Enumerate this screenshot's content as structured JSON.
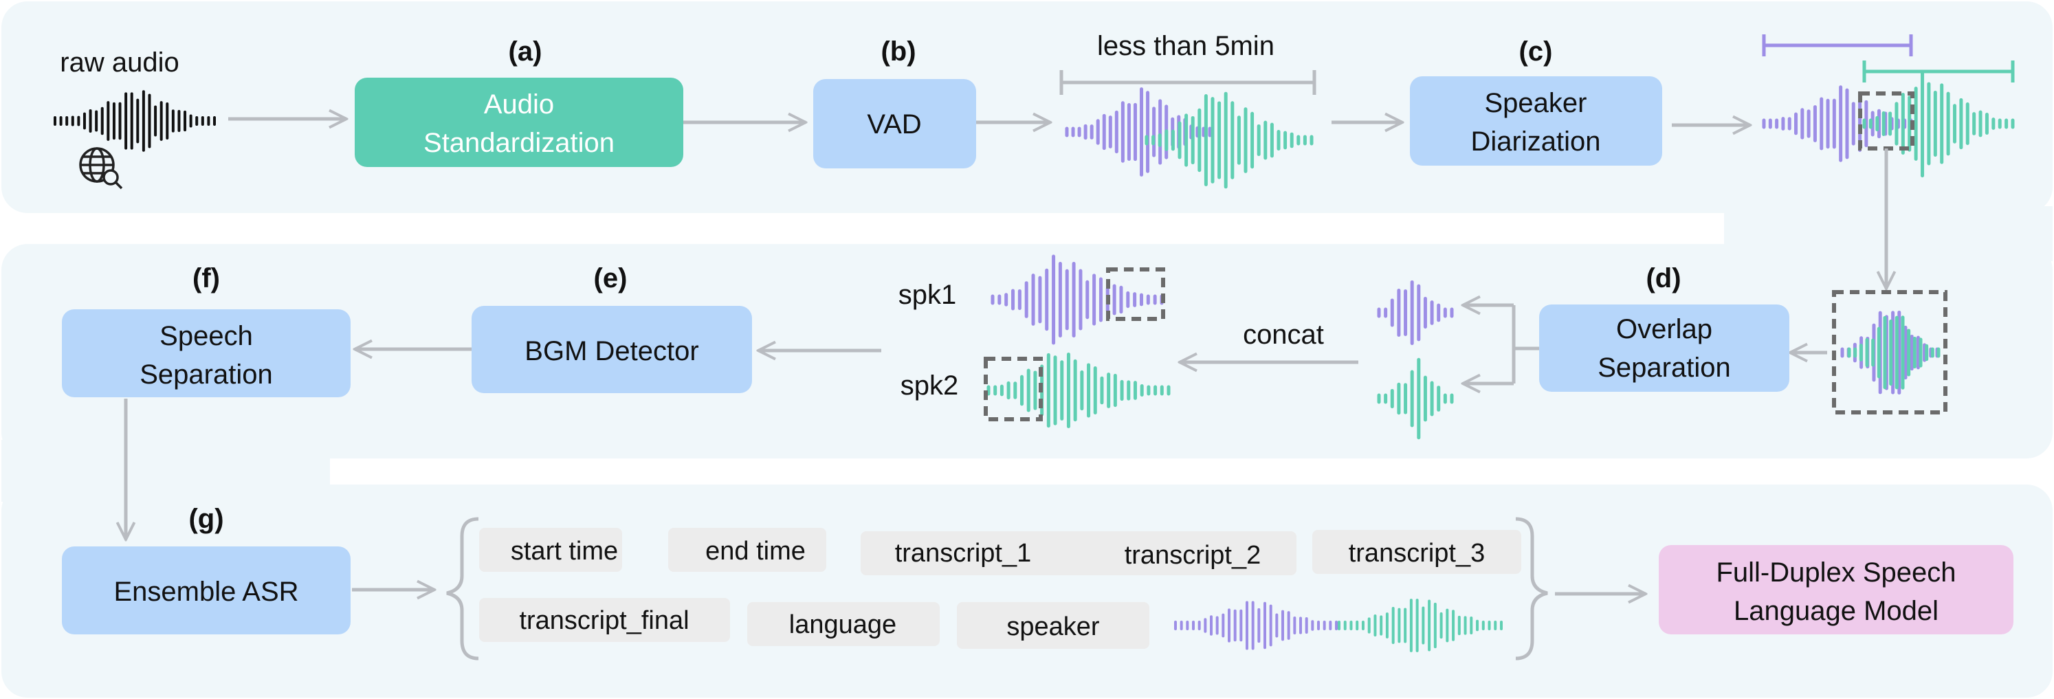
{
  "colors": {
    "panel": "#f0f7fa",
    "green_box": "#5ccdb3",
    "blue_box": "#b6d6fa",
    "pink_box": "#efcbeb",
    "tag_box": "#ececec",
    "purple": "#9d8ee6",
    "teal": "#5fcfb2",
    "arrow": "#b9bcc1",
    "dashed": "#6b6b6b"
  },
  "row1": {
    "raw_audio": "raw audio",
    "globe_icon": "globe-search-icon",
    "a": {
      "tag": "(a)",
      "line1": "Audio",
      "line2": "Standardization"
    },
    "b": {
      "tag": "(b)",
      "label": "VAD"
    },
    "duration": "less than 5min",
    "c": {
      "tag": "(c)",
      "line1": "Speaker",
      "line2": "Diarization"
    }
  },
  "row2": {
    "d": {
      "tag": "(d)",
      "line1": "Overlap",
      "line2": "Separation"
    },
    "concat": "concat",
    "spk1": "spk1",
    "spk2": "spk2",
    "e": {
      "tag": "(e)",
      "label": "BGM Detector"
    },
    "f": {
      "tag": "(f)",
      "line1": "Speech",
      "line2": "Separation"
    }
  },
  "row3": {
    "g": {
      "tag": "(g)",
      "label": "Ensemble ASR"
    },
    "fields": [
      "start time",
      "end time",
      "transcript_1",
      "transcript_2",
      "transcript_3",
      "transcript_final",
      "language",
      "speaker"
    ],
    "output": {
      "line1": "Full-Duplex Speech",
      "line2": "Language Model"
    }
  }
}
